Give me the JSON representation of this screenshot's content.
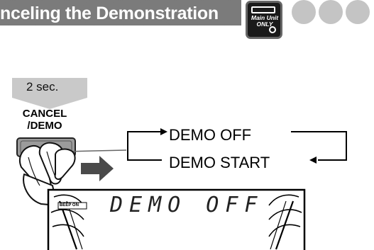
{
  "header": {
    "title": "nceling the Demonstration",
    "badge": {
      "line1": "Main Unit",
      "line2": "ONLY"
    }
  },
  "instruction": {
    "hold_time": "2 sec.",
    "button_label_line1": "CANCEL",
    "button_label_line2": "/DEMO"
  },
  "flow": {
    "state_off": "DEMO OFF",
    "state_start": "DEMO START"
  },
  "display": {
    "indicator": "BEEP ON",
    "text": "DEMO OFF"
  },
  "colors": {
    "header_band": "#7b7b7b",
    "header_circle": "#bdbdbd",
    "button": "#9b9b9b",
    "arrow_gray": "#bcbcbc"
  },
  "icons": [
    "main-unit-icon",
    "hand-press-icon",
    "arrow-right-icon",
    "hold-arrow-icon"
  ]
}
